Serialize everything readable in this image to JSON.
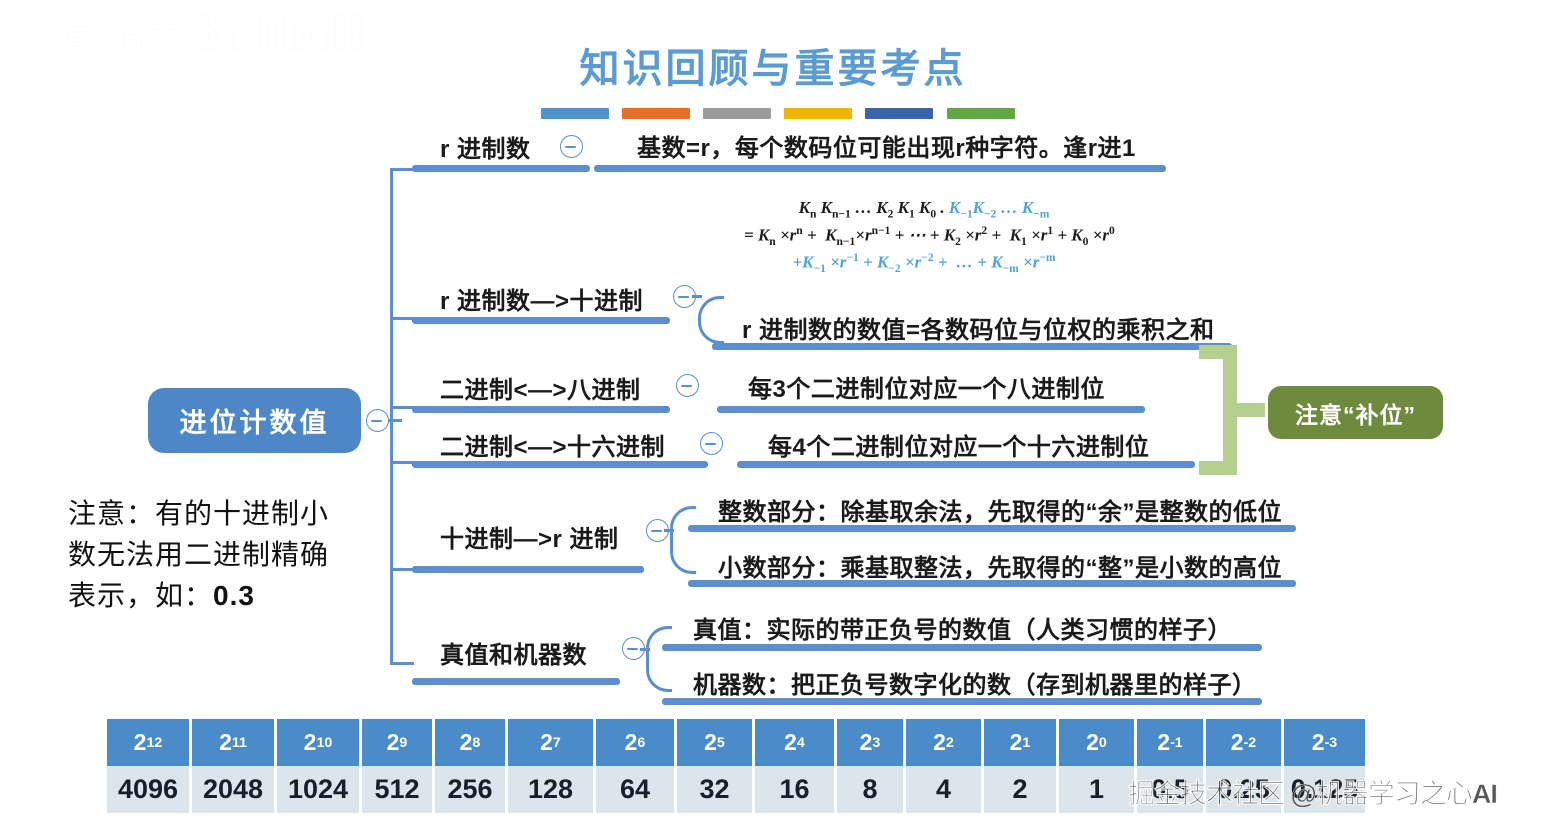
{
  "watermarks": {
    "top_left_cn": "三道·哈希",
    "top_left_brand": "bilibili",
    "bottom_right": "掘金技术社区 @机器学习之心AI"
  },
  "title": "知识回顾与重要考点",
  "accent_bars": [
    {
      "name": "bar-blue",
      "color": "#4e93cd"
    },
    {
      "name": "bar-orange",
      "color": "#e2702a"
    },
    {
      "name": "bar-gray",
      "color": "#9b9b9b"
    },
    {
      "name": "bar-yellow",
      "color": "#f2b400"
    },
    {
      "name": "bar-navy",
      "color": "#3a65ab"
    },
    {
      "name": "bar-green",
      "color": "#62a744"
    }
  ],
  "root": {
    "label": "进位计数值",
    "bg": "#4e87c7",
    "text_color": "#ffffff"
  },
  "note": {
    "line1": "注意：有的十进制小",
    "line2": "数无法用二进制精确",
    "line3": "表示，如：",
    "value": "0.3"
  },
  "branches": [
    {
      "id": "r-base",
      "label": "r 进制数",
      "contents": [
        "基数=r，每个数码位可能出现r种字符。逢r进1"
      ]
    },
    {
      "id": "r-to-dec",
      "label": "r 进制数—>十进制",
      "contents": [
        "r 进制数的数值=各数码位与位权的乘积之和"
      ]
    },
    {
      "id": "bin-oct",
      "label": "二进制<—>八进制",
      "contents": [
        "每3个二进制位对应一个八进制位"
      ]
    },
    {
      "id": "bin-hex",
      "label": "二进制<—>十六进制",
      "contents": [
        "每4个二进制位对应一个十六进制位"
      ]
    },
    {
      "id": "dec-to-r",
      "label": "十进制—>r 进制",
      "contents": [
        "整数部分：除基取余法，先取得的“余”是整数的低位",
        "小数部分：乘基取整法，先取得的“整”是小数的高位"
      ]
    },
    {
      "id": "true-machine",
      "label": "真值和机器数",
      "contents": [
        "真值：实际的带正负号的数值（人类习惯的样子）",
        "机器数：把正负号数字化的数（存到机器里的样子）"
      ]
    }
  ],
  "formula": {
    "line1_black": "K n K n−1 … K 2 K 1 K 0 .",
    "line1_blue": "K −1 K −2 … K −m",
    "line2": "= K n ×r n + K n−1×r n−1 + ⋯ + K 2 ×r 2 + K 1 ×r 1 + K 0 ×r 0",
    "line3": "+K −1 ×r −1 + K −2 ×r −2 + … + K −m ×r −m"
  },
  "callout": {
    "label": "注意“补位”",
    "bg": "#6e8b3d",
    "bracket_color": "#b5cf8e"
  },
  "power_table": {
    "headers_base": "2",
    "exponents": [
      "12",
      "11",
      "10",
      "9",
      "8",
      "7",
      "6",
      "5",
      "4",
      "3",
      "2",
      "1",
      "0",
      "-1",
      "-2",
      "-3"
    ],
    "values": [
      "4096",
      "2048",
      "1024",
      "512",
      "256",
      "128",
      "64",
      "32",
      "16",
      "8",
      "4",
      "2",
      "1",
      "0.5",
      "0.25",
      "0.125"
    ],
    "header_bg": "#4a8cc9",
    "cell_bg": "#dde5ec"
  }
}
